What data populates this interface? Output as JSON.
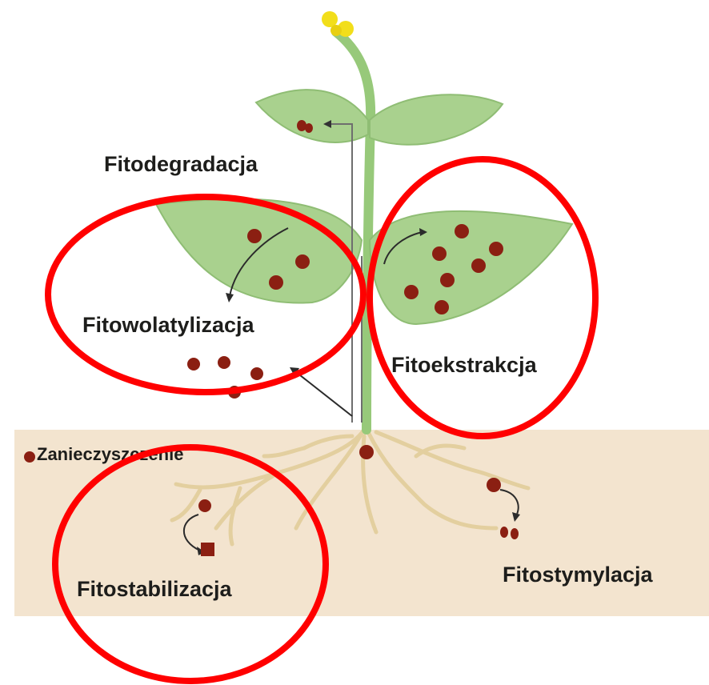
{
  "diagram": {
    "labels": {
      "degradation": "Fitodegradacja",
      "volatilization": "Fitowolatylizacja",
      "extraction": "Fitoekstrakcja",
      "contaminant": "Zanieczyszczenie",
      "stabilization": "Fitostabilizacja",
      "stimulation": "Fitostymylacja"
    },
    "colors": {
      "soil": "#f3e4cf",
      "leaf": "#a9d18e",
      "leaf_edge": "#8fbd74",
      "stem": "#97c97a",
      "root": "#e3cf9f",
      "particle": "#8b1f12",
      "flower": "#f2de1a",
      "highlight": "#ff0000"
    }
  }
}
